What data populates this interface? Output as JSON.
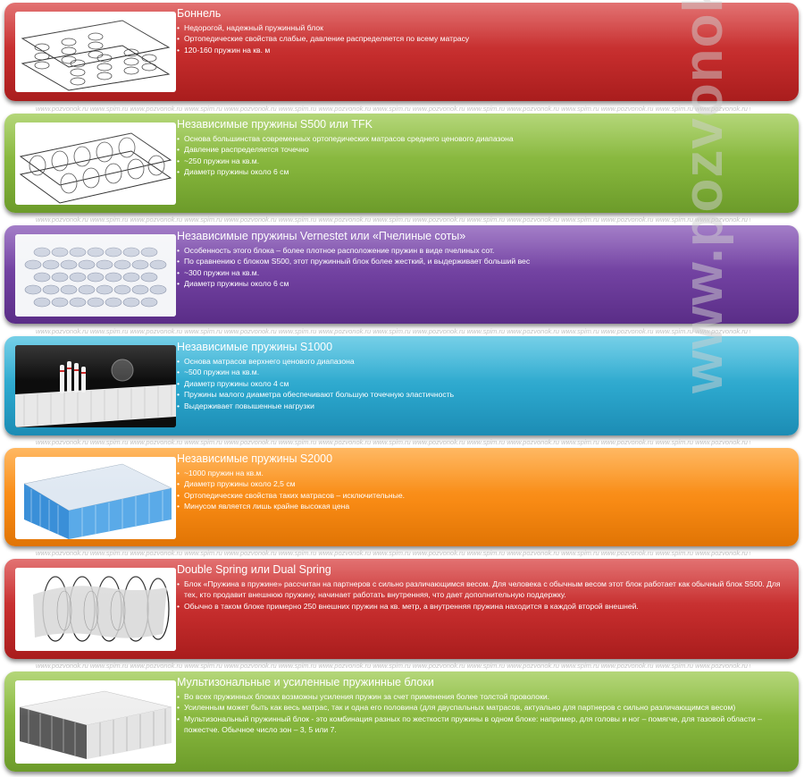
{
  "watermark": {
    "vertical": "www.pozvonok.ru",
    "strip": "www.pozvonok.ru www.spim.ru www.pozvonok.ru www.spim.ru www.pozvonok.ru www.spim.ru www.pozvonok.ru www.spim.ru www.pozvonok.ru www.spim.ru www.pozvonok.ru www.spim.ru www.pozvonok.ru www.spim.ru www.pozvonok.ru www.spim.ru"
  },
  "panels": [
    {
      "color": "#c42c2c",
      "title": "Боннель",
      "bullets": [
        "Недорогой, надежный пружинный блок",
        "Ортопедические свойства слабые, давление распределяется по всему матрасу",
        "120-160 пружин на кв. м"
      ]
    },
    {
      "color": "#84b43b",
      "title": "Независимые пружины S500 или TFK",
      "bullets": [
        "Основа большинства современных ортопедических матрасов среднего ценового диапазона",
        "Давление распределяется точечно",
        "~250 пружин на кв.м.",
        "Диаметр пружины около 6 см"
      ]
    },
    {
      "color": "#6f3f9e",
      "title": "Независимые пружины Vernestet или «Пчелиные соты»",
      "bullets": [
        "Особенность этого блока – более плотное расположение пружин в виде пчелиных сот.",
        "По сравнению с блоком S500,  этот пружинный блок более жесткий, и выдерживает больший вес",
        "~300 пружин на кв.м.",
        "Диаметр пружины около 6 см"
      ]
    },
    {
      "color": "#2ba6cc",
      "title": "Независимые пружины S1000",
      "bullets": [
        "Основа матрасов верхнего ценового диапазона",
        "~500 пружин на кв.м.",
        "Диаметр пружины около 4 см",
        "Пружины малого диаметра обеспечивают большую точечную эластичность",
        "Выдерживает повышенные нагрузки"
      ]
    },
    {
      "color": "#f88a14",
      "title": "Независимые пружины S2000",
      "bullets": [
        "~1000 пружин на кв.м.",
        "Диаметр пружины  около 2,5 см",
        "Ортопедические свойства таких матрасов – исключительные.",
        "Минусом является лишь крайне высокая цена"
      ]
    },
    {
      "color": "#c42c2c",
      "title": "Double Spring или Dual Spring",
      "bullets": [
        "Блок «Пружина в пружине» рассчитан на партнеров с сильно различающимся весом. Для человека с обычным весом этот блок работает как обычный блок S500. Для тех, кто продавит внешнюю пружину, начинает работать внутренняя, что дает дополнительную поддержку.",
        "Обычно в таком блоке примерно 250 внешних пружин на кв. метр, а внутренняя пружина находится в каждой второй внешней."
      ]
    },
    {
      "color": "#84b43b",
      "title": "Мультизональные и усиленные пружинные блоки",
      "bullets": [
        "Во всех пружинных блоках возможны усиления пружин за счет применения более толстой проволоки.",
        "Усиленным может быть как весь матрас, так и одна его  половина (для двуспальных матрасов, актуально для партнеров с сильно различающимся весом)",
        "Мультизональный пружинный блок  - это комбинация разных по жесткости пружины в одном блоке: например, для головы и ног – помягче, для тазовой области – пожестче. Обычное число зон – 3, 5 или 7."
      ]
    }
  ]
}
